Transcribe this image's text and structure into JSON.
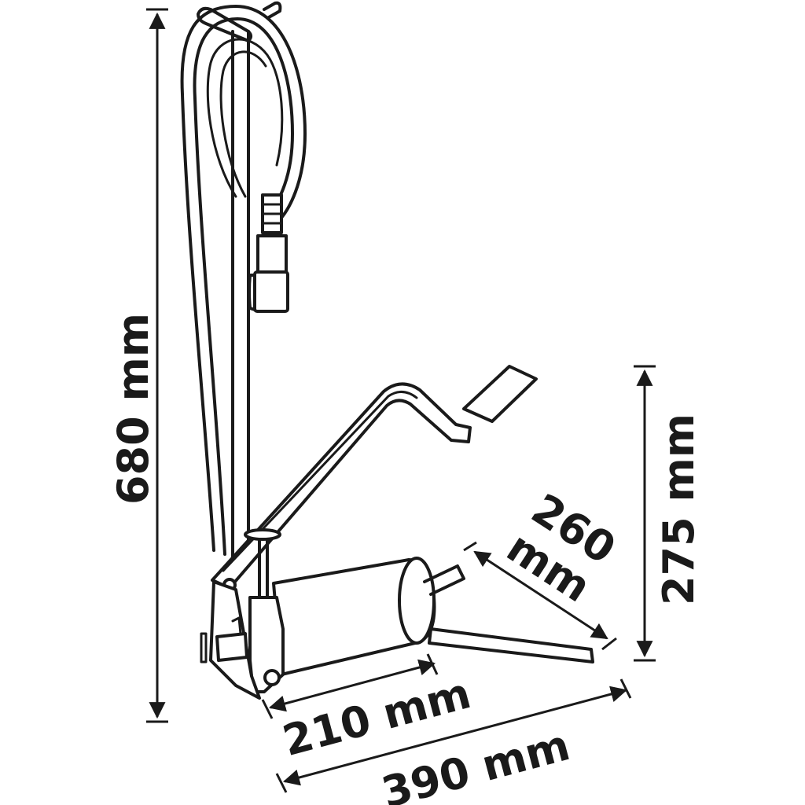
{
  "dimensions": {
    "height_total": "680 mm",
    "height_pedal": "275 mm",
    "depth_foot": "260",
    "depth_foot_unit": "mm",
    "length_cylinder": "210 mm",
    "length_total": "390 mm"
  },
  "colors": {
    "ink": "#1a1a1a",
    "background": "#ffffff"
  }
}
